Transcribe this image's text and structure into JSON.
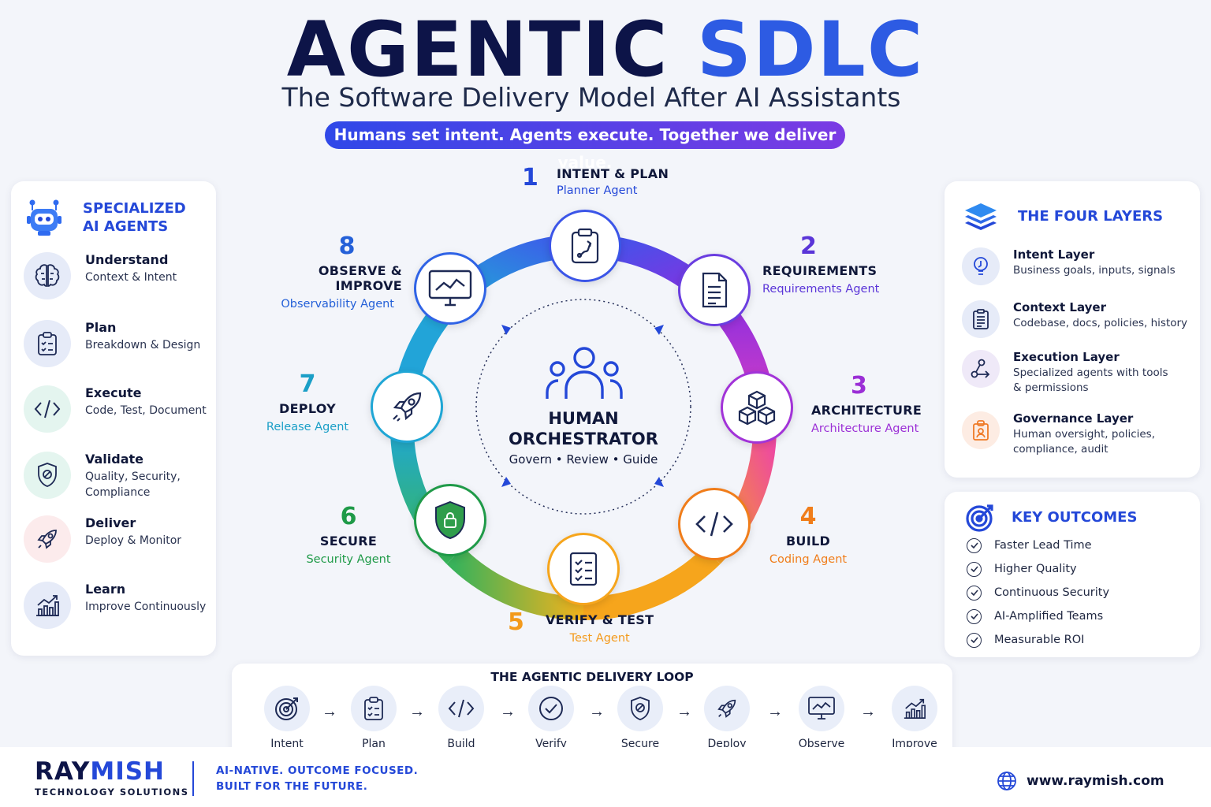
{
  "header": {
    "title_part1": "AGENTIC",
    "title_part2": "SDLC",
    "subtitle": "The Software Delivery Model After AI Assistants",
    "tagline": "Humans set intent. Agents execute. Together we deliver value."
  },
  "specialized_agents": {
    "heading_line1": "SPECIALIZED",
    "heading_line2": "AI AGENTS",
    "items": [
      {
        "title": "Understand",
        "sub": "Context & Intent",
        "icon": "brain-icon"
      },
      {
        "title": "Plan",
        "sub": "Breakdown & Design",
        "icon": "clipboard-icon"
      },
      {
        "title": "Execute",
        "sub": "Code, Test, Document",
        "icon": "code-icon"
      },
      {
        "title": "Validate",
        "sub_line1": "Quality, Security,",
        "sub_line2": "Compliance",
        "icon": "shield-icon"
      },
      {
        "title": "Deliver",
        "sub": "Deploy & Monitor",
        "icon": "rocket-icon"
      },
      {
        "title": "Learn",
        "sub": "Improve Continuously",
        "icon": "growth-chart-icon"
      }
    ]
  },
  "wheel": {
    "center": {
      "title_line1": "HUMAN",
      "title_line2": "ORCHESTRATOR",
      "sub": "Govern • Review • Guide"
    },
    "stages": [
      {
        "num": "1",
        "title": "INTENT & PLAN",
        "agent": "Planner Agent",
        "color": "#2448d8",
        "icon": "clipboard-icon"
      },
      {
        "num": "2",
        "title": "REQUIREMENTS",
        "agent": "Requirements Agent",
        "color": "#5a35d8",
        "icon": "document-icon"
      },
      {
        "num": "3",
        "title": "ARCHITECTURE",
        "agent": "Architecture Agent",
        "color": "#9b2fd6",
        "icon": "cubes-icon"
      },
      {
        "num": "4",
        "title": "BUILD",
        "agent": "Coding Agent",
        "color": "#f07d1a",
        "icon": "code-icon"
      },
      {
        "num": "5",
        "title": "VERIFY & TEST",
        "agent": "Test Agent",
        "color": "#f39a1c",
        "icon": "checklist-icon"
      },
      {
        "num": "6",
        "title": "SECURE",
        "agent": "Security Agent",
        "color": "#1f9a48",
        "icon": "lock-shield-icon"
      },
      {
        "num": "7",
        "title": "DEPLOY",
        "agent": "Release Agent",
        "color": "#1b9fc7",
        "icon": "rocket-icon"
      },
      {
        "num": "8",
        "title": "OBSERVE & IMPROVE",
        "agent": "Observability Agent",
        "color": "#2460d8",
        "icon": "monitor-icon"
      }
    ]
  },
  "four_layers": {
    "heading": "THE FOUR LAYERS",
    "items": [
      {
        "title": "Intent Layer",
        "sub_line1": "Business goals, inputs, signals",
        "sub_line2": "",
        "icon": "lightbulb-icon"
      },
      {
        "title": "Context Layer",
        "sub_line1": "Codebase, docs, policies, history",
        "sub_line2": "",
        "icon": "document-icon"
      },
      {
        "title": "Execution Layer",
        "sub_line1": "Specialized agents with tools",
        "sub_line2": "& permissions",
        "icon": "workflow-icon"
      },
      {
        "title": "Governance Layer",
        "sub_line1": "Human oversight, policies,",
        "sub_line2": "compliance, audit",
        "icon": "badge-icon"
      }
    ]
  },
  "key_outcomes": {
    "heading": "KEY OUTCOMES",
    "items": [
      "Faster Lead Time",
      "Higher Quality",
      "Continuous Security",
      "AI-Amplified Teams",
      "Measurable ROI"
    ]
  },
  "loop": {
    "title": "THE AGENTIC DELIVERY LOOP",
    "steps": [
      "Intent",
      "Plan",
      "Build",
      "Verify",
      "Secure",
      "Deploy",
      "Observe",
      "Improve"
    ],
    "arrow": "→"
  },
  "footer": {
    "brand_part1": "RAY",
    "brand_part2": "MISH",
    "brand_sub": "TECHNOLOGY SOLUTIONS",
    "motto_line1": "AI-NATIVE. OUTCOME FOCUSED.",
    "motto_line2": "BUILT FOR THE FUTURE.",
    "website": "www.raymish.com"
  }
}
